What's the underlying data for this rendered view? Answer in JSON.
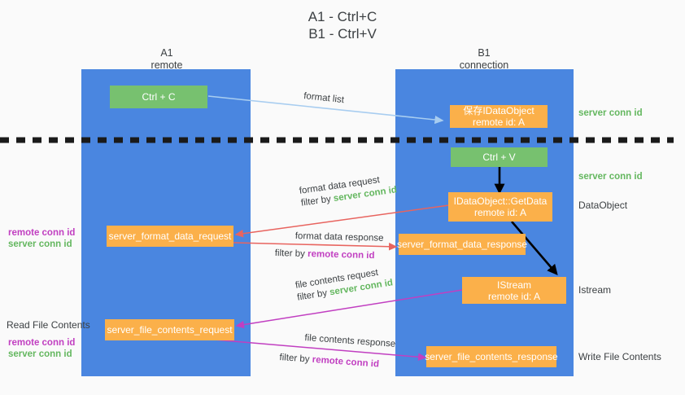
{
  "title": {
    "line1": "A1 - Ctrl+C",
    "line2": "B1 - Ctrl+V"
  },
  "columns": [
    {
      "name": "A1",
      "sub": "remote"
    },
    {
      "name": "B1",
      "sub": "connection"
    }
  ],
  "boxes": {
    "ctrl_c": {
      "line1": "Ctrl + C"
    },
    "ctrl_v": {
      "line1": "Ctrl + V"
    },
    "save_idataobject": {
      "line1": "保存IDataObject",
      "line2": "remote id: A"
    },
    "getdata": {
      "line1": "IDataObject::GetData",
      "line2": "remote id: A"
    },
    "istream": {
      "line1": "IStream",
      "line2": "remote id: A"
    },
    "server_format_data_request": {
      "line1": "server_format_data_request"
    },
    "server_format_data_response": {
      "line1": "server_format_data_response"
    },
    "server_file_contents_request": {
      "line1": "server_file_contents_request"
    },
    "server_file_contents_response": {
      "line1": "server_file_contents_response"
    }
  },
  "edges": {
    "format_list": "format list",
    "format_data_request": "format data request",
    "format_data_response": "format data response",
    "file_contents_request": "file contents request",
    "file_contents_response": "file contents response",
    "filter_by": "filter by",
    "server_conn_id": "server conn id",
    "remote_conn_id": "remote conn id"
  },
  "right_labels": {
    "server_conn_id_top": "server conn id",
    "server_conn_id_mid": "server conn id",
    "dataobject": "DataObject",
    "istream": "Istream",
    "write_file_contents": "Write File Contents"
  },
  "left_labels": {
    "remote_conn_id_1": "remote conn id",
    "server_conn_id_1": "server conn id",
    "read_file_contents": "Read File Contents",
    "remote_conn_id_2": "remote conn id",
    "server_conn_id_2": "server conn id"
  },
  "colors": {
    "lane": "#4a86e0",
    "green_box": "#77c16f",
    "orange_box": "#fbb04a",
    "green_text": "#64b75f",
    "purple_text": "#c13fc1",
    "light_blue_arrow": "#a8cdf0",
    "red_arrow": "#e8645f",
    "magenta_arrow": "#c13fc1",
    "black_arrow": "#000000",
    "background": "#fafafa"
  }
}
